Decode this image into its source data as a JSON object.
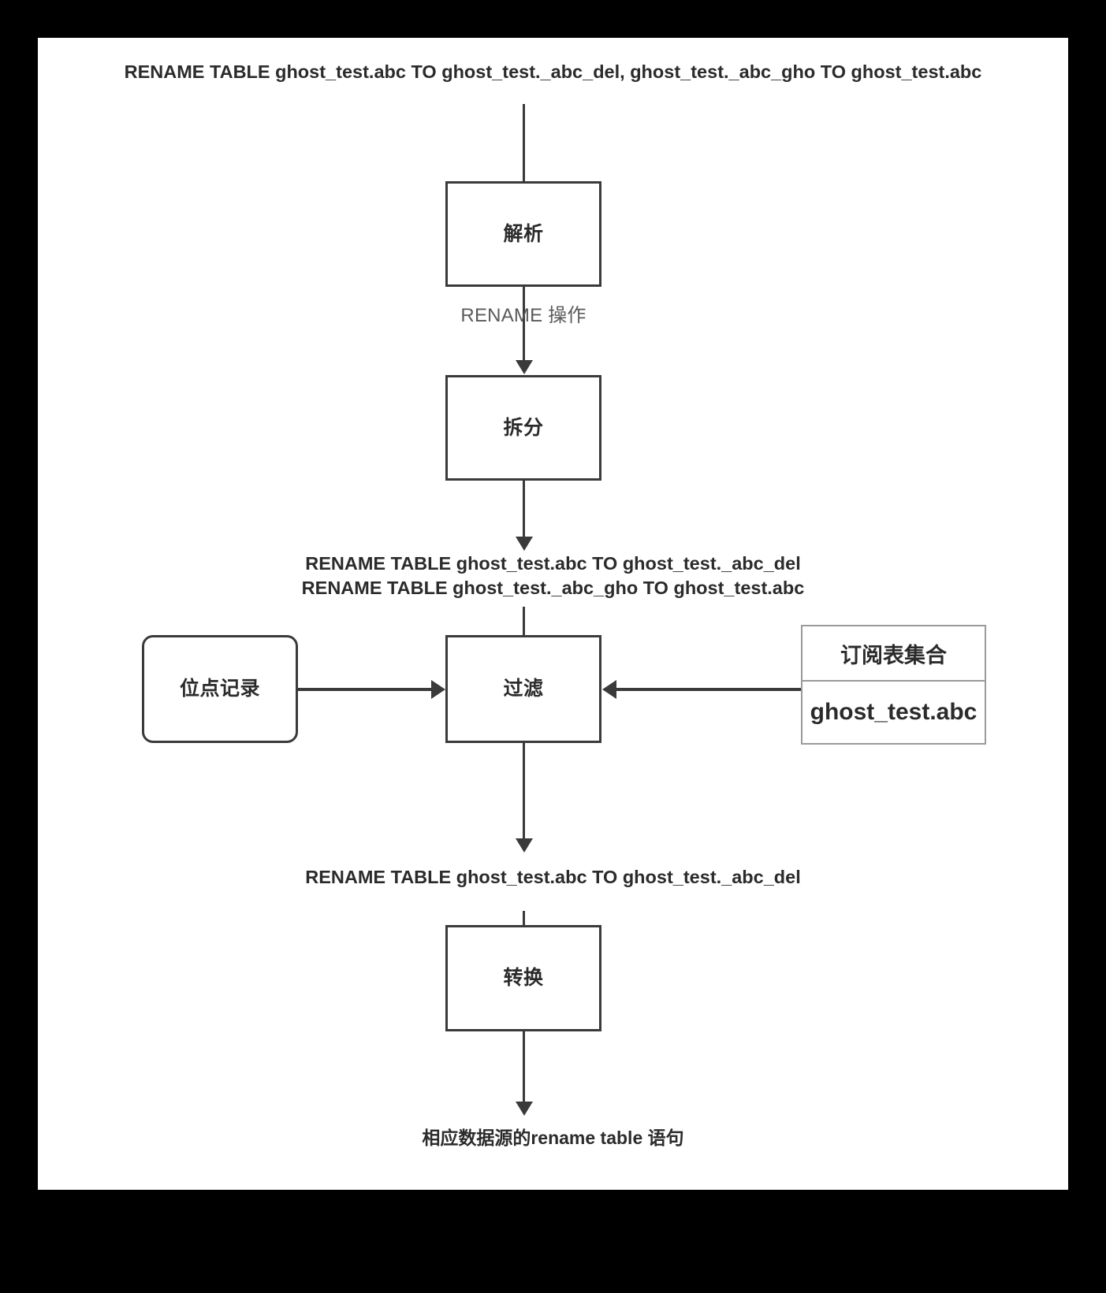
{
  "diagram": {
    "title_text": "RENAME TABLE ghost_test.abc TO ghost_test._abc_del, ghost_test._abc_gho TO ghost_test.abc",
    "nodes": {
      "parse": "解析",
      "split": "拆分",
      "filter": "过滤",
      "checkpoint": "位点记录",
      "transform": "转换"
    },
    "edge_labels": {
      "rename_op": "RENAME 操作"
    },
    "texts": {
      "split_output_line1": "RENAME TABLE ghost_test.abc TO ghost_test._abc_del",
      "split_output_line2": "RENAME TABLE ghost_test._abc_gho TO ghost_test.abc",
      "filter_output": "RENAME TABLE ghost_test.abc TO ghost_test._abc_del",
      "final_output": "相应数据源的rename table 语句"
    },
    "table": {
      "header": "订阅表集合",
      "rows": [
        "ghost_test.abc"
      ]
    },
    "colors": {
      "page_background": "#000000",
      "canvas_background": "#ffffff",
      "stroke": "#3a3a3a",
      "text": "#2b2b2b",
      "muted_text": "#5a5a5a",
      "table_border": "#9a9a9a"
    }
  }
}
